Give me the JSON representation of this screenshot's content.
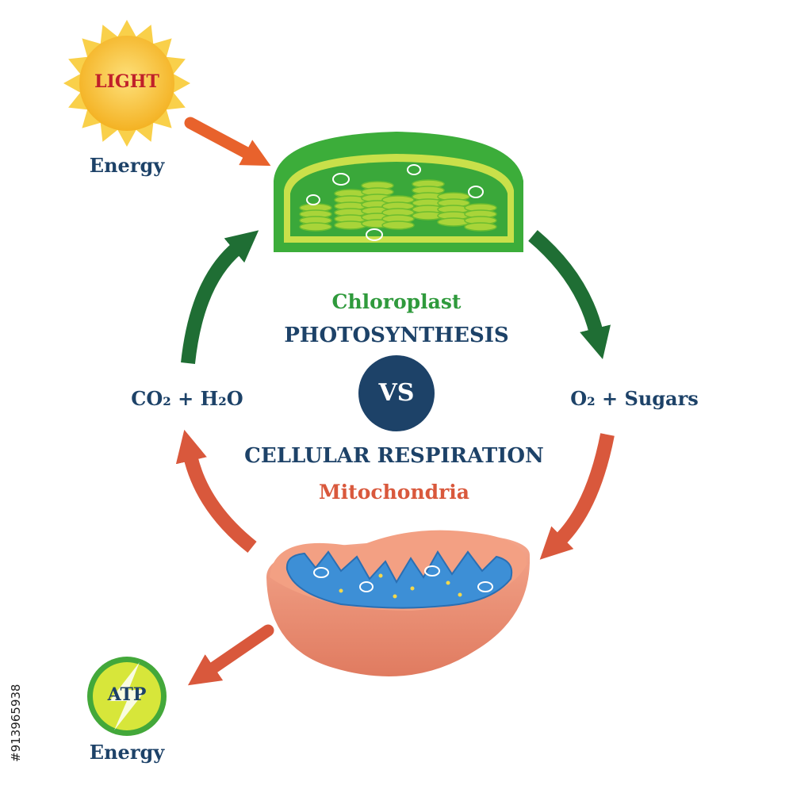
{
  "labels": {
    "light": "LIGHT",
    "light_energy": "Energy",
    "chloroplast": "Chloroplast",
    "photosynthesis": "PHOTOSYNTHESIS",
    "vs": "VS",
    "inputs": "CO₂ + H₂O",
    "outputs": "O₂ + Sugars",
    "cellular_respiration": "CELLULAR RESPIRATION",
    "mitochondria": "Mitochondria",
    "atp": "ATP",
    "atp_energy": "Energy"
  },
  "watermark": {
    "stock_id": "#913965938"
  },
  "colors": {
    "navy": "#1d4268",
    "green_text": "#2f9a3c",
    "green_arrow": "#1f6e34",
    "red_arrow": "#d9583c",
    "orange_arrow": "#e8622c",
    "sun": "#f7c531",
    "chloroplast": "#3cad3a",
    "mitochondria": "#e98a6f",
    "cristae": "#3d8fd6",
    "atp_ring": "#43a83a",
    "atp_fill": "#d7e63a"
  }
}
